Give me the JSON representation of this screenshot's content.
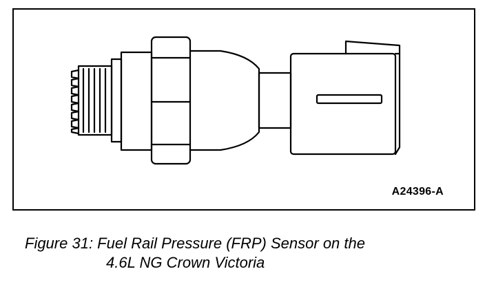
{
  "figure": {
    "id_label": "A24396-A"
  },
  "caption": {
    "line1": "Figure 31: Fuel Rail Pressure (FRP) Sensor on the",
    "line2": "4.6L NG Crown Victoria"
  }
}
